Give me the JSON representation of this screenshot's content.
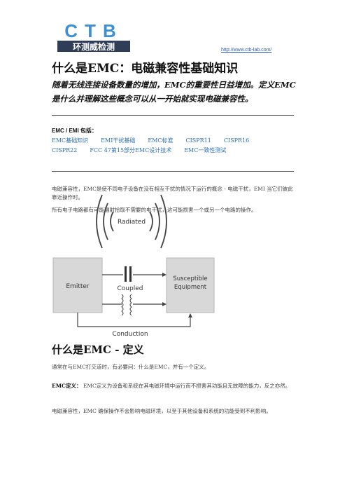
{
  "header": {
    "logo_text": "CTB",
    "logo_subtitle": "环测威检测",
    "url": "http://www.ctb-lab.com/"
  },
  "article": {
    "title": "什么是EMC：电磁兼容性基础知识",
    "subtitle": "随着无线连接设备数量的增加，EMC的重要性日益增加。定义EMC是什么并理解这些概念可以从一开始就实现电磁兼容性。",
    "includes_label": "EMC / EMI 包括：",
    "tags": [
      "EMC基础知识",
      "EMI干扰基础",
      "EMC标准",
      "CISPR11",
      "CISPR16",
      "CISPR22",
      "FCC 47第15部分",
      "EMC设计技术",
      "EMC一致性测试"
    ],
    "para1": "电磁兼容性，EMC是使不同电子设备在没有相互干扰的情况下运行的概念 - 电磁干扰，EMI 当它们彼此靠近操作时。",
    "para2": "所有电子电路都有可能辐射拾取不需要的电干扰，这可能损害一个或另一个电路的操作。",
    "section_heading": "什么是EMC - 定义",
    "para3": "通常在与EMC打交道时，有必要问：什么是EMC，并有一个定义。",
    "def_label": "EMC定义：",
    "def_text": "EMC定义为设备和系统在其电磁环境中运行而不损害其功能且无故障的能力，反之亦然。",
    "para5": "电磁兼容性，EMC 确保操作不会影响电磁环境，以至于其他设备和系统的功能受到不利影响。"
  },
  "diagram": {
    "emitter": "Emitter",
    "receiver_line1": "Susceptible",
    "receiver_line2": "Equipment",
    "radiated": "Radiated",
    "coupled": "Coupled",
    "conduction": "Conduction"
  },
  "colors": {
    "link": "#2a6fb8",
    "box": "#d6d6d6",
    "logo_blue": "#3d8fd6"
  }
}
